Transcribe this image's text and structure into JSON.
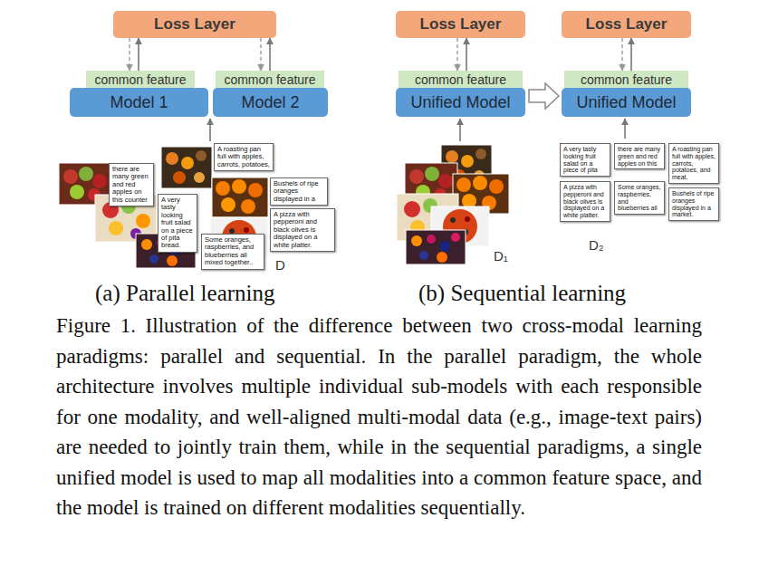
{
  "diagram": {
    "caption": "Figure 1. Illustration of the difference between two cross-modal learning paradigms: parallel and sequential.  In the parallel paradigm, the whole architecture involves multiple individual sub-models with each responsible for one modality, and well-aligned multi-modal data (e.g., image-text pairs) are needed to jointly train them, while in the sequential paradigms, a single unified model is used to map all modalities into a common feature space, and the model is trained on different modalities sequentially.",
    "nodes": [
      {
        "text": [
          "Loss Layer"
        ]
      },
      {
        "text": [
          "Loss Layer"
        ]
      },
      {
        "text": [
          "Loss Layer"
        ]
      },
      {
        "text": [
          "common feature"
        ]
      },
      {
        "text": [
          "common feature"
        ]
      },
      {
        "text": [
          "common feature"
        ]
      },
      {
        "text": [
          "common feature"
        ]
      },
      {
        "text": [
          "Model 1"
        ]
      },
      {
        "text": [
          "Model 2"
        ]
      },
      {
        "text": [
          "Unified Model"
        ]
      },
      {
        "text": [
          "Unified Model"
        ]
      },
      {
        "text": [
          "A roasting pan full with apples, carrots, potatoes,"
        ]
      },
      {
        "text": [
          "there are many green and red apples on this counter"
        ]
      },
      {
        "text": [
          "Bushels of ripe oranges displayed in a"
        ]
      },
      {
        "text": [
          "A very tasty looking fruit salad on a piece of pita bread."
        ]
      },
      {
        "text": [
          "A pizza with pepperoni and black olives is displayed on a white platter."
        ]
      },
      {
        "text": [
          "Some oranges, raspberries, and blueberries all mixed together.."
        ]
      },
      {
        "text": [
          "there are many green and red apples on this"
        ]
      },
      {
        "text": [
          "A very tasty looking fruit salad on a piece of pita"
        ]
      },
      {
        "text": [
          "A roasting pan full with apples, carrots, potatoes, and meat."
        ]
      },
      {
        "text": [
          "Some oranges, raspberries, and blueberries all"
        ]
      },
      {
        "text": [
          "A pizza with pepperoni and black olives is displayed on a white platter."
        ]
      },
      {
        "text": [
          "Bushels of ripe oranges displayed in a market."
        ]
      }
    ],
    "edges": [
      {
        "from": 3,
        "to": 0,
        "arrow": "to"
      },
      {
        "from": 0,
        "to": 3,
        "arrow": "to"
      },
      {
        "from": 4,
        "to": 0,
        "arrow": "to"
      },
      {
        "from": 0,
        "to": 4,
        "arrow": "to"
      },
      {
        "from": 5,
        "to": 1,
        "arrow": "to"
      },
      {
        "from": 1,
        "to": 5,
        "arrow": "to"
      },
      {
        "from": 6,
        "to": 2,
        "arrow": "to"
      },
      {
        "from": 2,
        "to": 6,
        "arrow": "to"
      }
    ],
    "labels": [
      "D",
      "D₁",
      "D₂",
      "(a) Parallel learning",
      "(b) Sequential learning"
    ]
  }
}
